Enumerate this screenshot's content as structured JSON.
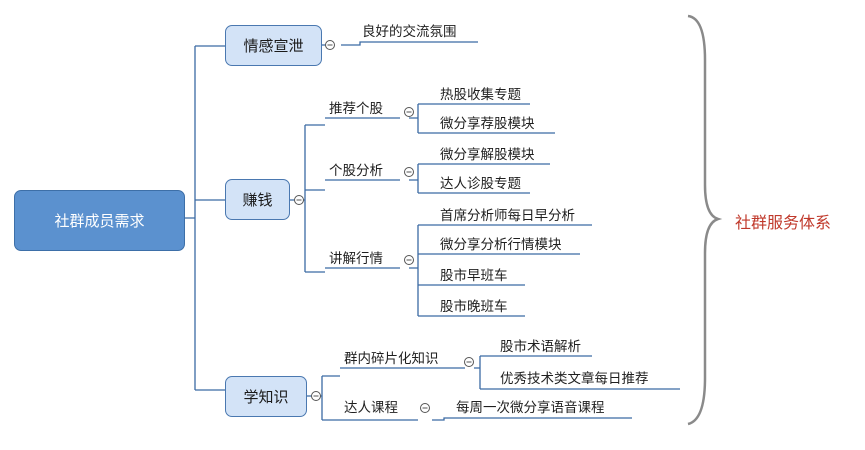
{
  "root": "社群成员需求",
  "branches": {
    "emotion": {
      "label": "情感宣泄",
      "leaves": [
        "良好的交流氛围"
      ]
    },
    "money": {
      "label": "赚钱",
      "groups": [
        {
          "label": "推荐个股",
          "leaves": [
            "热股收集专题",
            "微分享荐股模块"
          ]
        },
        {
          "label": "个股分析",
          "leaves": [
            "微分享解股模块",
            "达人诊股专题"
          ]
        },
        {
          "label": "讲解行情",
          "leaves": [
            "首席分析师每日早分析",
            "微分享分析行情模块",
            "股市早班车",
            "股市晚班车"
          ]
        }
      ]
    },
    "learn": {
      "label": "学知识",
      "groups": [
        {
          "label": "群内碎片化知识",
          "leaves": [
            "股市术语解析",
            "优秀技术类文章每日推荐"
          ]
        },
        {
          "label": "达人课程",
          "leaves": [
            "每周一次微分享语音课程"
          ]
        }
      ]
    }
  },
  "summary": "社群服务体系",
  "colors": {
    "node_fill": "#d3e3f7",
    "node_border": "#4a78b0",
    "root_fill": "#5b91cf",
    "line": "#3b6aa3",
    "summary_text": "#c0392b",
    "brace": "#8a8a8a"
  }
}
